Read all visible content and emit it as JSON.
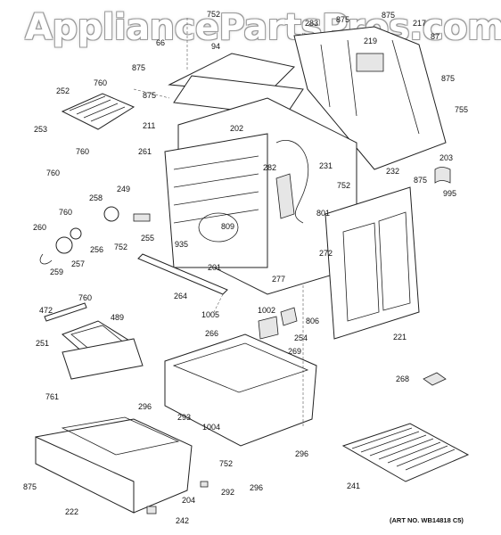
{
  "watermark": "AppliancePartsPros.com",
  "art_number": "(ART NO. WB14818 C5)",
  "callouts": [
    "752",
    "875",
    "875",
    "217",
    "219",
    "283",
    "66",
    "94",
    "875",
    "87",
    "760",
    "252",
    "875",
    "211",
    "875",
    "755",
    "253",
    "760",
    "760",
    "202",
    "261",
    "203",
    "232",
    "282",
    "231",
    "752",
    "875",
    "995",
    "249",
    "258",
    "760",
    "801",
    "260",
    "256",
    "752",
    "255",
    "809",
    "935",
    "272",
    "257",
    "259",
    "201",
    "264",
    "277",
    "1005",
    "1002",
    "806",
    "472",
    "760",
    "489",
    "254",
    "251",
    "266",
    "269",
    "221",
    "268",
    "761",
    "296",
    "293",
    "1004",
    "296",
    "752",
    "292",
    "296",
    "875",
    "222",
    "204",
    "242",
    "241"
  ]
}
